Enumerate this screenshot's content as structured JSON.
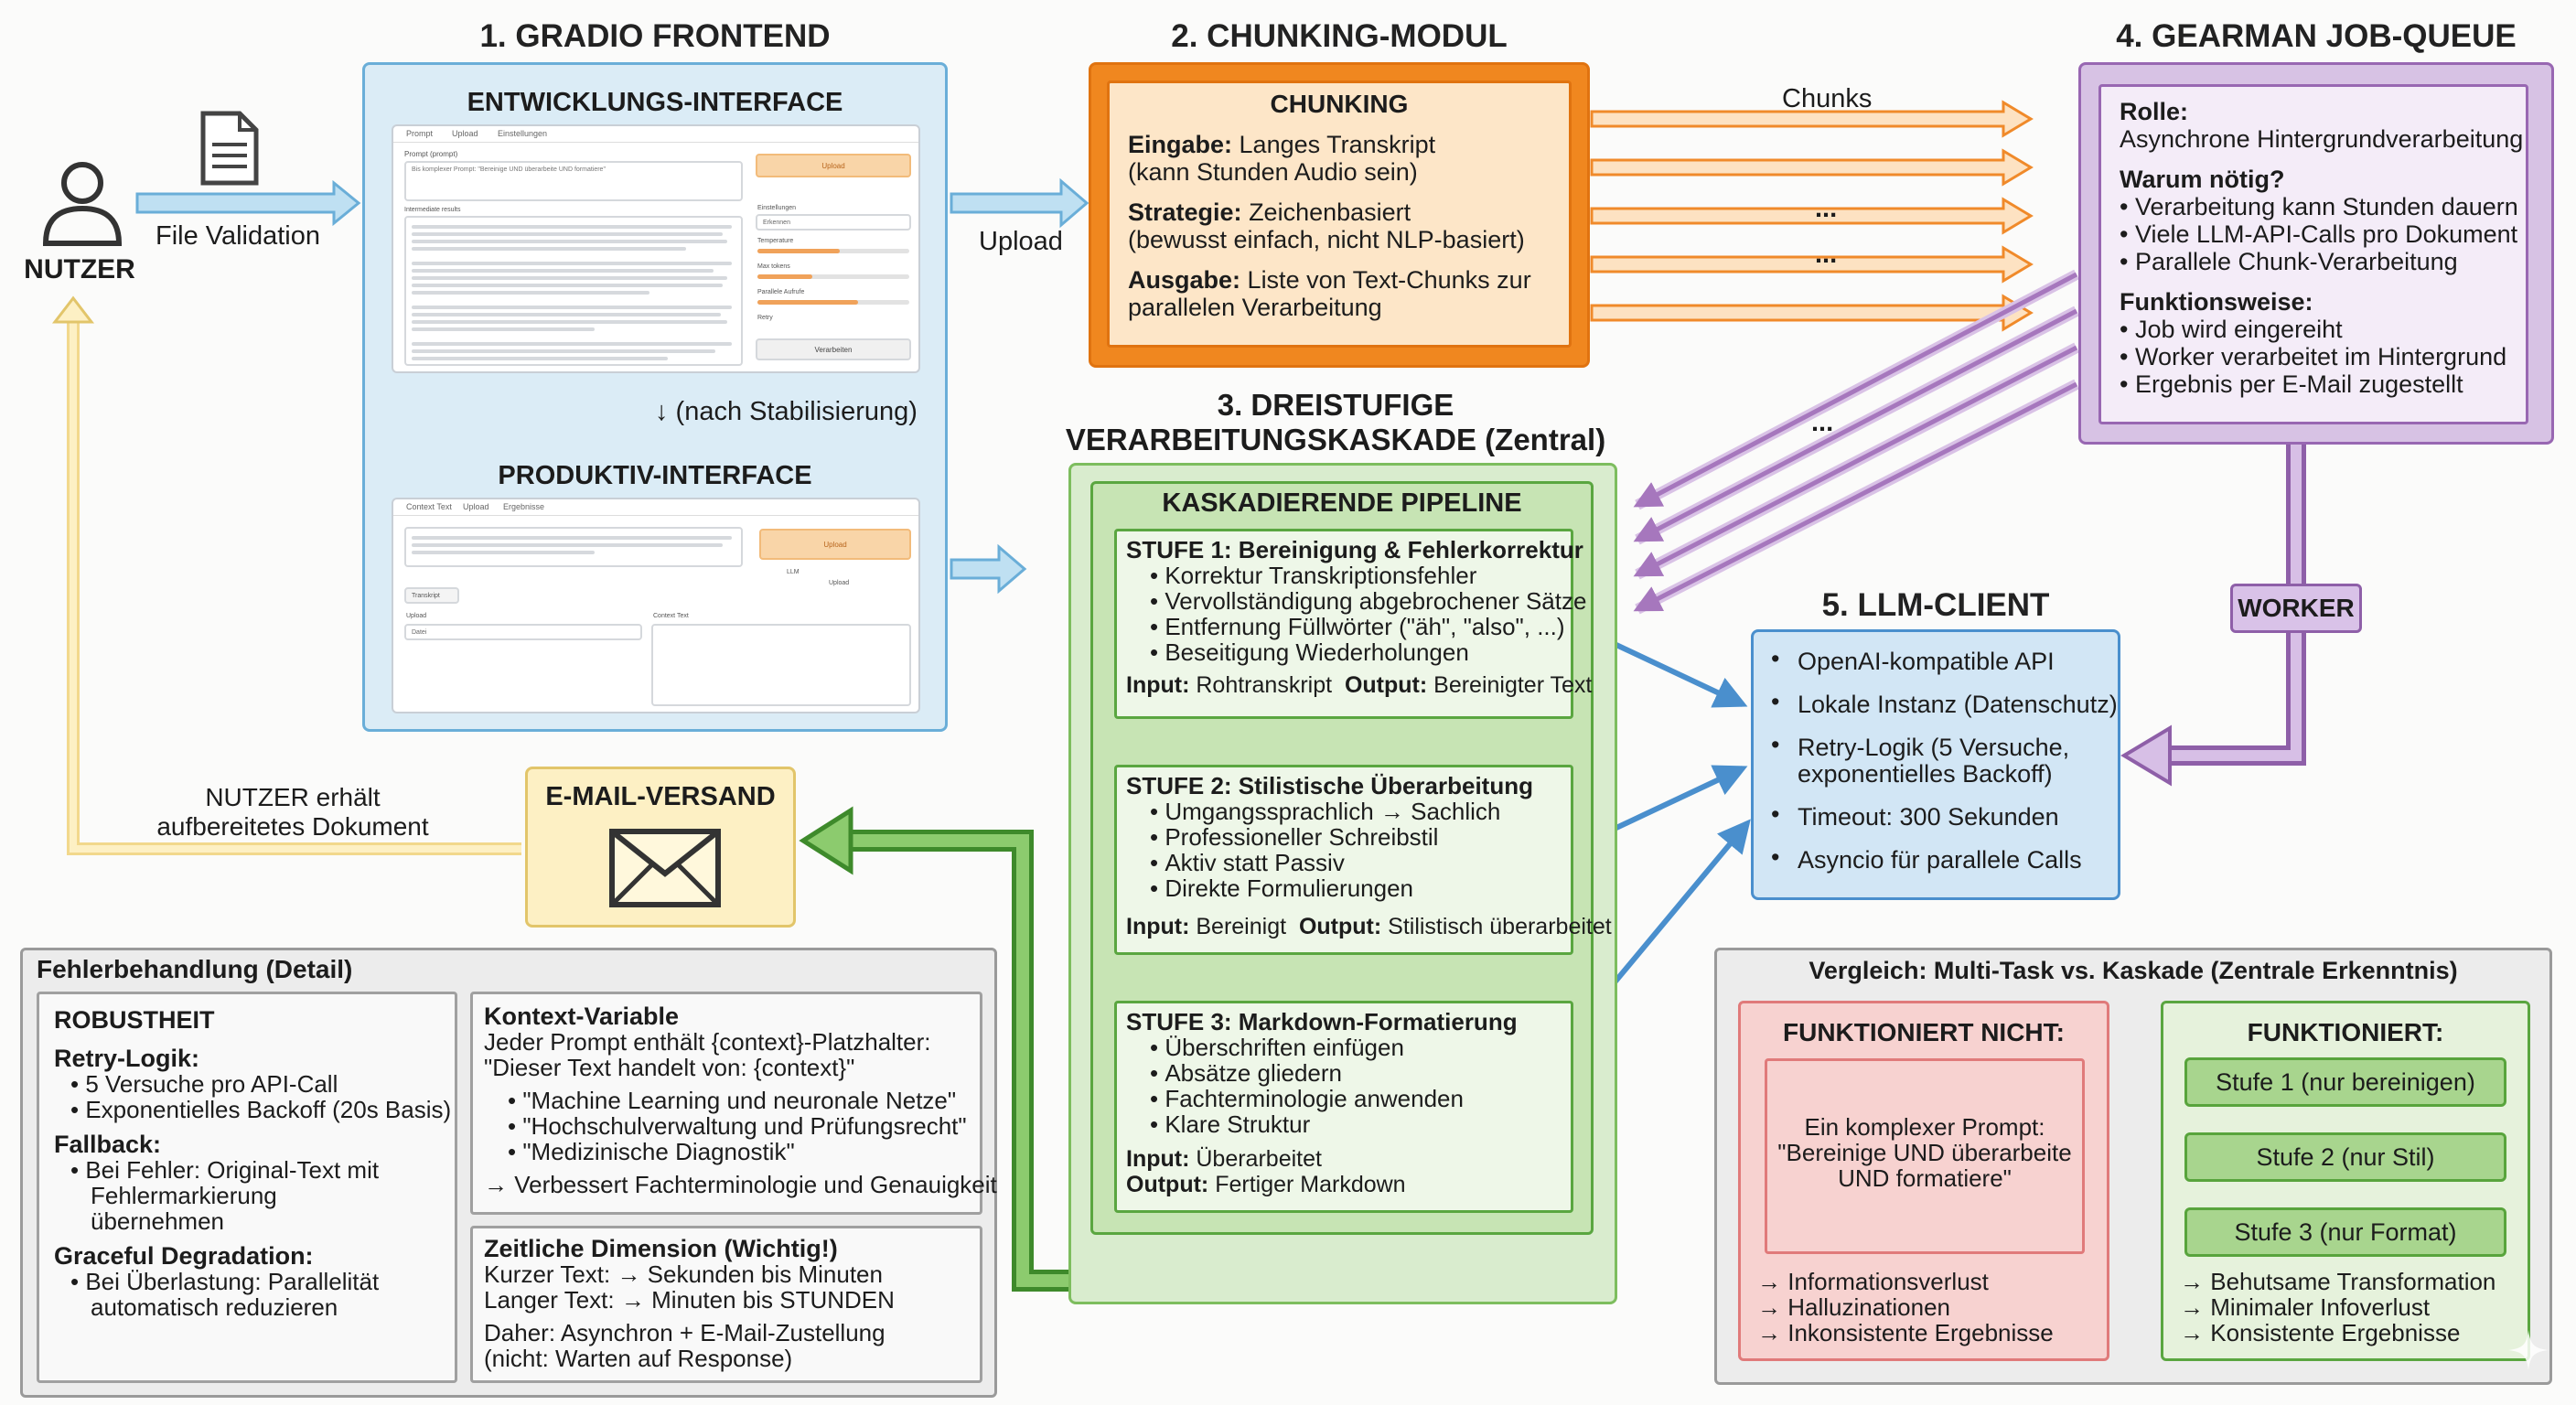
{
  "colors": {
    "blue": "#5a9fd4",
    "orange": "#f0871f",
    "green": "#5aa640",
    "purple": "#a677bd",
    "yellow": "#e8c65a",
    "red": "#e07a7a",
    "gray": "#a0a0a0"
  },
  "user": {
    "label": "NUTZER",
    "icon": "person-icon",
    "file_icon": "document-icon",
    "file_validation": "File Validation",
    "back_label": [
      "NUTZER erhält",
      "aufbereitetes Dokument"
    ]
  },
  "frontend": {
    "title": "1. GRADIO FRONTEND",
    "dev_title": "ENTWICKLUNGS-INTERFACE",
    "dev_mock": {
      "tabs": [
        "Prompt",
        "Upload",
        "Einstellungen"
      ],
      "prompt_label": "Prompt (prompt)",
      "prompt_value": "Bis komplexer Prompt: \"Bereinige UND überarbeite UND formatiere\"",
      "upload_button": "Upload",
      "output_label": "Intermediate results",
      "fields": [
        "Einstellungen",
        "Temperature",
        "Max tokens",
        "Parallele Aufrufe",
        "Retry"
      ],
      "select_value": "Erkennen",
      "process_button": "Verarbeiten"
    },
    "stabilize": "↓ (nach Stabilisierung)",
    "prod_title": "PRODUKTIV-INTERFACE",
    "prod_mock": {
      "tabs": [
        "Context Text",
        "Upload",
        "Ergebnisse"
      ],
      "upload_button": "Upload",
      "input_label": "Transkript",
      "label_llm": "LLM",
      "label_upload": "Upload",
      "select_label": "Upload",
      "select_value": "Datei",
      "result_label": "Context Text"
    }
  },
  "arrows": {
    "upload": "Upload",
    "chunks": "Chunks",
    "dots": "...",
    "worker": "WORKER"
  },
  "chunking": {
    "title": "2. CHUNKING-MODUL",
    "box_title": "CHUNKING",
    "input_label": "Eingabe:",
    "input_text": [
      "Langes Transkript",
      "(kann Stunden Audio sein)"
    ],
    "strategy_label": "Strategie:",
    "strategy_text": [
      "Zeichenbasiert",
      "(bewusst einfach, nicht NLP-basiert)"
    ],
    "output_label": "Ausgabe:",
    "output_text": [
      "Liste von Text-Chunks zur",
      "parallelen Verarbeitung"
    ]
  },
  "cascade": {
    "title": [
      "3. DREISTUFIGE",
      "VERARBEITUNGSKASKADE (Zentral)"
    ],
    "pipeline": "KASKADIERENDE PIPELINE",
    "stages": [
      {
        "title": "STUFE 1: Bereinigung & Fehlerkorrektur",
        "items": [
          "Korrektur Transkriptionsfehler",
          "Vervollständigung abgebrochener Sätze",
          "Entfernung Füllwörter (\"äh\", \"also\", ...)",
          "Beseitigung Wiederholungen"
        ],
        "input_label": "Input:",
        "input": "Rohtranskript",
        "output_label": "Output:",
        "output": "Bereinigter Text"
      },
      {
        "title": "STUFE 2: Stilistische Überarbeitung",
        "items": [
          "Umgangssprachlich → Sachlich",
          "Professioneller Schreibstil",
          "Aktiv statt Passiv",
          "Direkte Formulierungen"
        ],
        "input_label": "Input:",
        "input": "Bereinigt",
        "output_label": "Output:",
        "output": "Stilistisch überarbeitet"
      },
      {
        "title": "STUFE 3: Markdown-Formatierung",
        "items": [
          "Überschriften einfügen",
          "Absätze gliedern",
          "Fachterminologie anwenden",
          "Klare Struktur"
        ],
        "input_label": "Input:",
        "input": "Überarbeitet",
        "output_label": "Output:",
        "output": "Fertiger Markdown"
      }
    ]
  },
  "queue": {
    "title": "4. GEARMAN JOB-QUEUE",
    "role_label": "Rolle:",
    "role_text": "Asynchrone Hintergrundverarbeitung",
    "why_label": "Warum nötig?",
    "why_items": [
      "Verarbeitung kann Stunden dauern",
      "Viele LLM-API-Calls pro Dokument",
      "Parallele Chunk-Verarbeitung"
    ],
    "how_label": "Funktionsweise:",
    "how_items": [
      "Job wird eingereiht",
      "Worker verarbeitet im Hintergrund",
      "Ergebnis per E-Mail zugestellt"
    ]
  },
  "llm": {
    "title": "5. LLM-CLIENT",
    "items": [
      "OpenAI-kompatible API",
      "Lokale Instanz (Datenschutz)",
      "Retry-Logik (5 Versuche, exponentielles Backoff)",
      "Timeout: 300 Sekunden",
      "Asyncio für parallele Calls"
    ]
  },
  "email": {
    "title": "E-MAIL-VERSAND",
    "icon": "envelope-icon"
  },
  "errors": {
    "title": "Fehlerbehandlung (Detail)",
    "robust_title": "ROBUSTHEIT",
    "retry_label": "Retry-Logik:",
    "retry_items": [
      "5 Versuche pro API-Call",
      "Exponentielles Backoff (20s Basis)"
    ],
    "fallback_label": "Fallback:",
    "fallback_items": [
      "Bei Fehler: Original-Text mit Fehlermarkierung übernehmen"
    ],
    "graceful_label": "Graceful Degradation:",
    "graceful_items": [
      "Bei Überlastung: Parallelität automatisch reduzieren"
    ],
    "context_title": "Kontext-Variable",
    "context_lines": [
      "Jeder Prompt enthält {context}-Platzhalter:",
      "\"Dieser Text handelt von: {context}\""
    ],
    "context_items": [
      "\"Machine Learning und neuronale Netze\"",
      "\"Hochschulverwaltung und Prüfungsrecht\"",
      "\"Medizinische Diagnostik\""
    ],
    "context_result": "Verbessert Fachterminologie und Genauigkeit",
    "time_title": "Zeitliche Dimension (Wichtig!)",
    "time_short": "Kurzer Text:  → Sekunden bis Minuten",
    "time_long": "Langer Text:  → Minuten bis STUNDEN",
    "time_conclusion": [
      "Daher: Asynchron + E-Mail-Zustellung",
      "(nicht: Warten auf Response)"
    ]
  },
  "compare": {
    "title": "Vergleich: Multi-Task vs. Kaskade (Zentrale Erkenntnis)",
    "bad_title": "FUNKTIONIERT NICHT:",
    "bad_prompt": [
      "Ein komplexer Prompt:",
      "\"Bereinige UND überarbeite",
      "UND formatiere\""
    ],
    "bad_items": [
      "Informationsverlust",
      "Halluzinationen",
      "Inkonsistente Ergebnisse"
    ],
    "good_title": "FUNKTIONIERT:",
    "good_steps": [
      "Stufe 1 (nur bereinigen)",
      "Stufe 2 (nur Stil)",
      "Stufe 3 (nur Format)"
    ],
    "good_items": [
      "Behutsame Transformation",
      "Minimaler Infoverlust",
      "Konsistente Ergebnisse"
    ]
  }
}
